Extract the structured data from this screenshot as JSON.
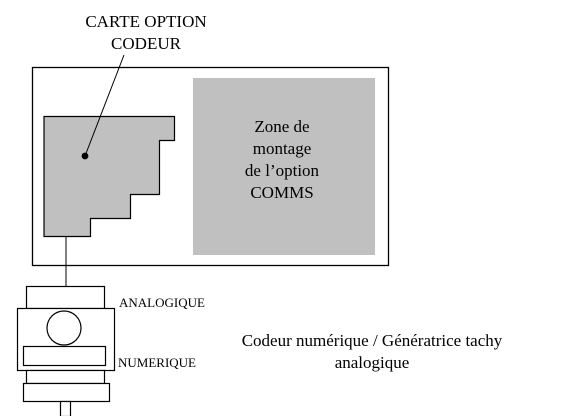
{
  "card_option_label": {
    "line1": "CARTE OPTION",
    "line2": "CODEUR"
  },
  "comms_zone": {
    "line1": "Zone de",
    "line2": "montage",
    "line3": "de l’option",
    "line4": "COMMS"
  },
  "connector_labels": {
    "analog": "ANALOGIQUE",
    "digital": "NUMERIQUE"
  },
  "device_caption": {
    "line1": "Codeur numérique / Génératrice tachy",
    "line2": "analogique"
  },
  "colors": {
    "panel_fill": "#c0c0c0",
    "stroke": "#000000",
    "background": "#ffffff"
  }
}
